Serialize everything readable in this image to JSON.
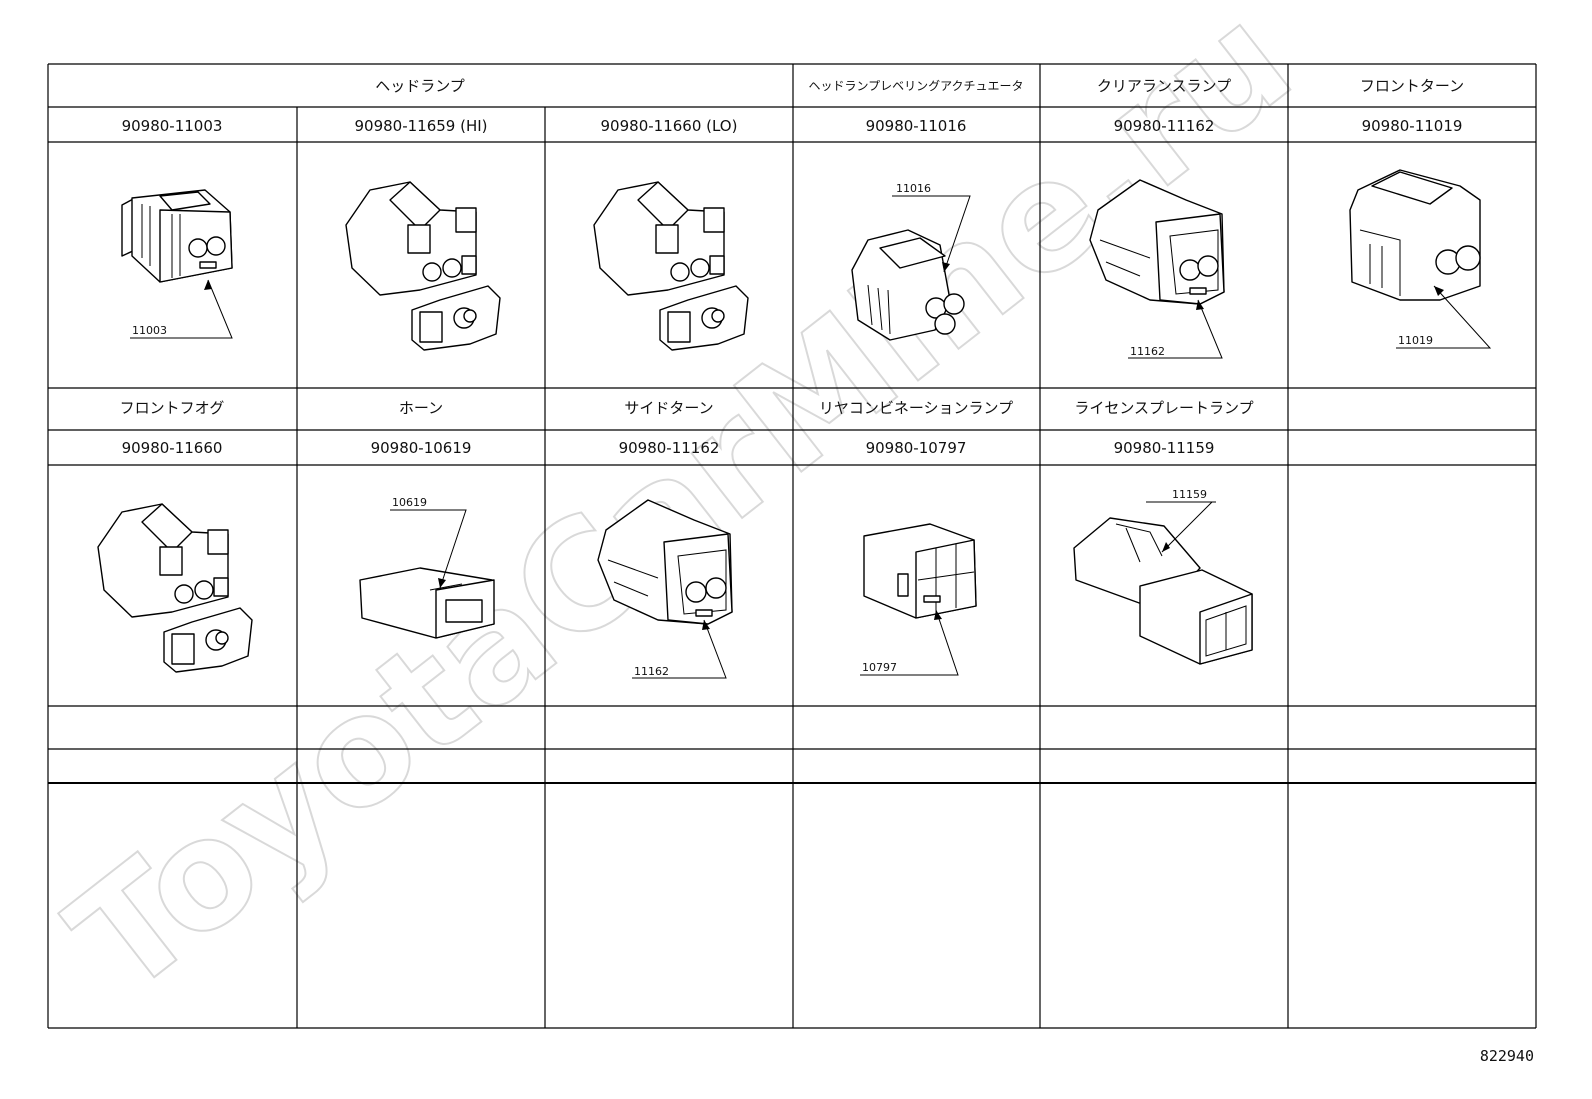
{
  "watermark": "ToyotaCarMine.ru",
  "reference_number": "822940",
  "row1": {
    "groups": [
      "ヘッドランプ",
      "ヘッドランプレベリングアクチュエータ",
      "クリアランスランプ",
      "フロントターン"
    ],
    "cells": [
      {
        "part_no": "90980-11003",
        "callout": "11003"
      },
      {
        "part_no": "90980-11659 (HI)",
        "callout": ""
      },
      {
        "part_no": "90980-11660 (LO)",
        "callout": ""
      },
      {
        "part_no": "90980-11016",
        "callout": "11016"
      },
      {
        "part_no": "90980-11162",
        "callout": "11162"
      },
      {
        "part_no": "90980-11019",
        "callout": "11019"
      }
    ]
  },
  "row2": {
    "cells": [
      {
        "title": "フロントフオグ",
        "part_no": "90980-11660",
        "callout": ""
      },
      {
        "title": "ホーン",
        "part_no": "90980-10619",
        "callout": "10619"
      },
      {
        "title": "サイドターン",
        "part_no": "90980-11162",
        "callout": "11162"
      },
      {
        "title": "リヤコンビネーションランプ",
        "part_no": "90980-10797",
        "callout": "10797"
      },
      {
        "title": "ライセンスプレートランプ",
        "part_no": "90980-11159",
        "callout": "11159"
      },
      {
        "title": "",
        "part_no": "",
        "callout": ""
      }
    ]
  }
}
